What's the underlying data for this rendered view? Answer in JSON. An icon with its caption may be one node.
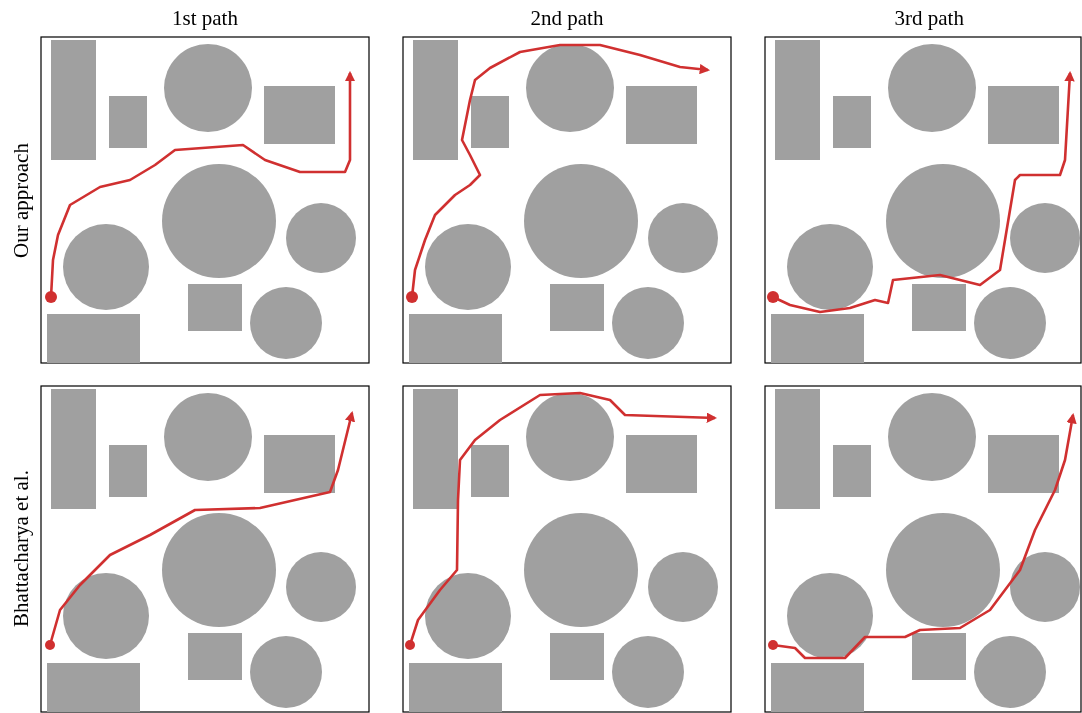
{
  "diagram": {
    "labels": [
      "1st path",
      "2nd path",
      "3rd path",
      "Our approach",
      "Bhattacharya et al."
    ]
  }
}
